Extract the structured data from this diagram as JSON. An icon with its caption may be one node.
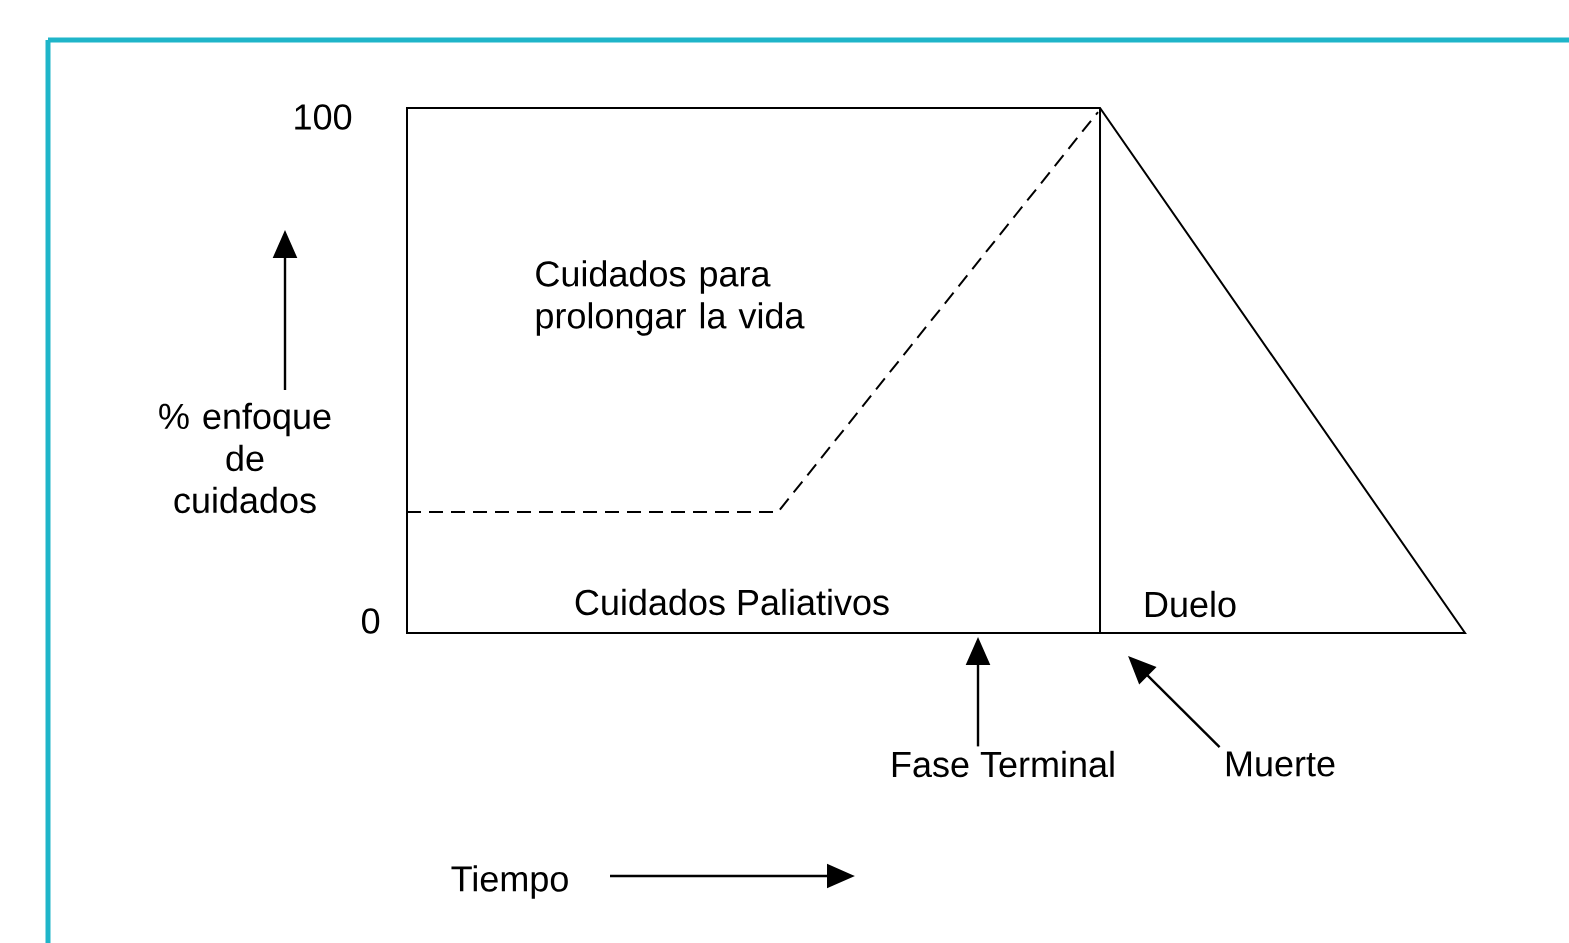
{
  "diagram": {
    "nodes": [
      {
        "text": [
          "Fase Terminal"
        ]
      },
      {
        "text": [
          "Muerte"
        ]
      }
    ],
    "edges": [
      {
        "from": 0,
        "to": null,
        "arrow": "to"
      },
      {
        "from": 1,
        "to": null,
        "arrow": "to"
      }
    ],
    "labels": [
      "100",
      "0",
      "% enfoque de cuidados",
      "Cuidados para prolongar la vida",
      "Cuidados Paliativos",
      "Duelo",
      "Tiempo"
    ]
  }
}
